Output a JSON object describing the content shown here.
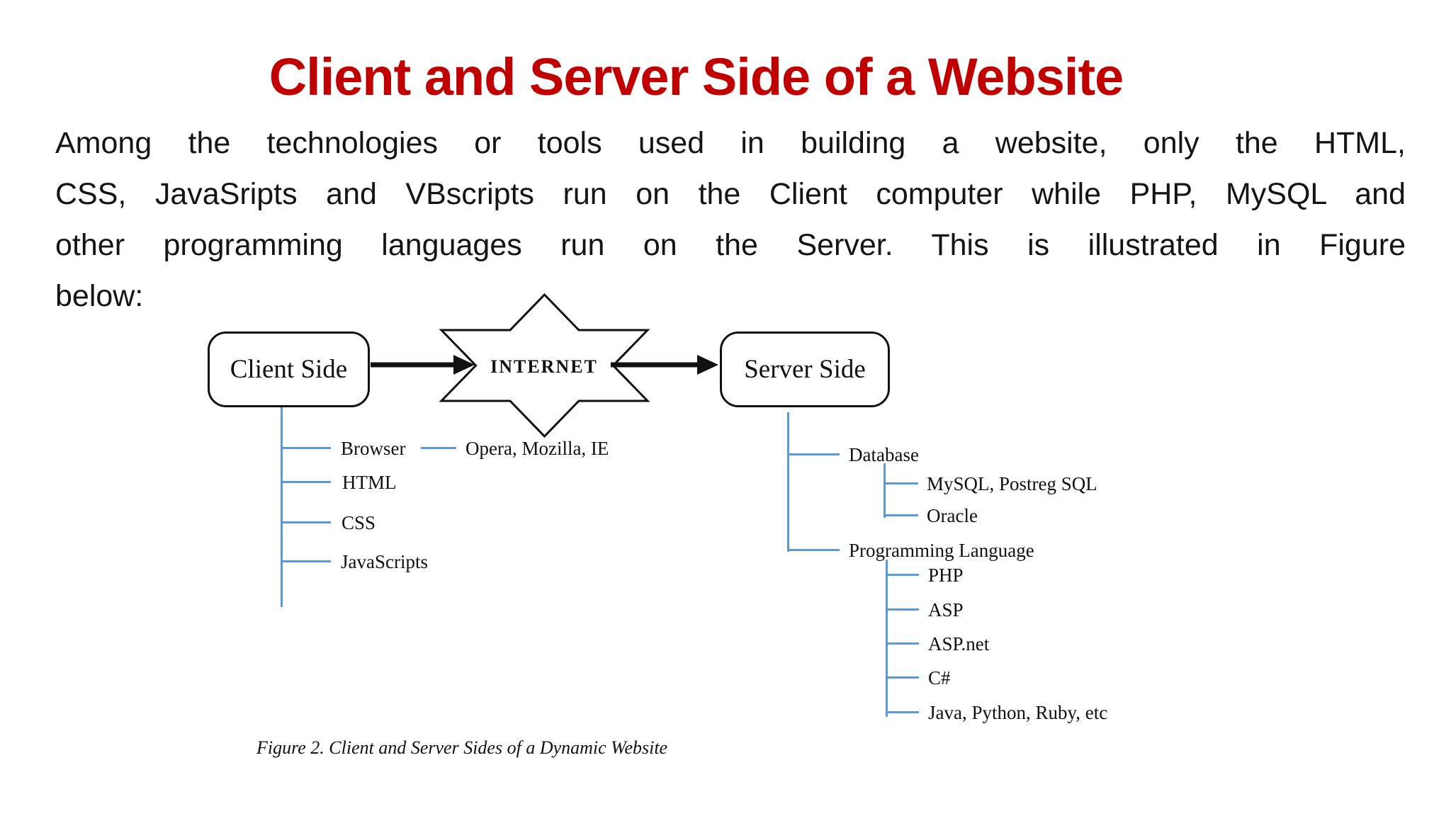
{
  "title": "Client and Server Side of a Website",
  "paragraph": {
    "lines": [
      "Among the technologies or tools used in building a website, only the HTML,",
      "CSS, JavaSripts and VBscripts run on the Client computer while PHP, MySQL and",
      "other programming languages run on the Server. This is illustrated in Figure",
      "below:"
    ]
  },
  "diagram": {
    "client_box_label": "Client Side",
    "internet_label": "INTERNET",
    "server_box_label": "Server Side",
    "client_tree": {
      "items": [
        "Browser",
        "HTML",
        "CSS",
        "JavaScripts"
      ],
      "browser_examples": "Opera, Mozilla, IE"
    },
    "server_tree": {
      "database": {
        "label": "Database",
        "children": [
          "MySQL, Postreg SQL",
          "Oracle"
        ]
      },
      "programming": {
        "label": "Programming Language",
        "children": [
          "PHP",
          "ASP",
          "ASP.net",
          "C#",
          "Java, Python, Ruby, etc"
        ]
      }
    }
  },
  "caption": "Figure 2. Client and Server Sides of a Dynamic Website",
  "colors": {
    "title_red": "#C00000",
    "tree_blue": "#5B9BD5",
    "outline_black": "#111111",
    "background": "#FFFFFF"
  }
}
